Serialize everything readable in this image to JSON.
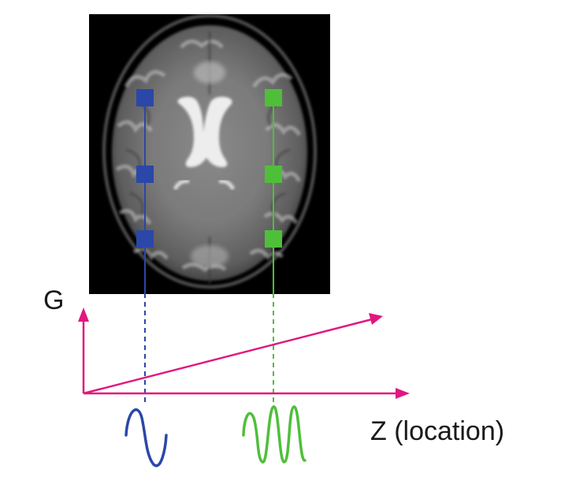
{
  "labels": {
    "g_axis": "G",
    "z_axis": "Z (location)"
  },
  "colors": {
    "gradient_axes": "#e0187f",
    "left_column": "#2b47a8",
    "right_column": "#4fbf3a",
    "background": "#ffffff",
    "scan_background": "#000000"
  },
  "image": {
    "description_icon": "brain-mri-axial-slice"
  },
  "markers": {
    "left_column_count": 3,
    "right_column_count": 3
  },
  "signals": {
    "left": {
      "color": "#2b47a8",
      "frequency": "low"
    },
    "right": {
      "color": "#4fbf3a",
      "frequency": "high"
    }
  }
}
